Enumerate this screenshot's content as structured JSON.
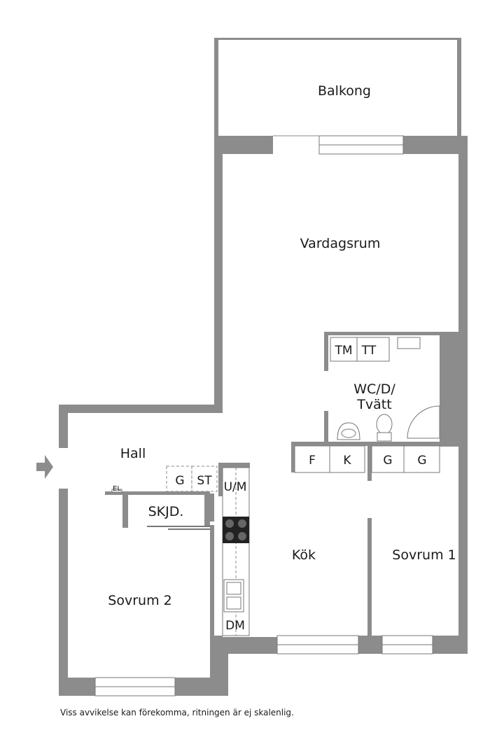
{
  "rooms": {
    "balkong": "Balkong",
    "vardagsrum": "Vardagsrum",
    "wc": [
      "WC/D/",
      "Tvätt"
    ],
    "hall": "Hall",
    "skjd": "SKJD.",
    "kok": "Kök",
    "sovrum1": "Sovrum 1",
    "sovrum2": "Sovrum 2"
  },
  "fixtures": {
    "tm": "TM",
    "tt": "TT",
    "f": "F",
    "k": "K",
    "g1": "G",
    "g2": "G",
    "g_hall": "G",
    "st": "ST",
    "um": "U/M",
    "dm": "DM",
    "el": "EL"
  },
  "disclaimer": "Viss avvikelse kan förekomma, ritningen är ej skalenlig.",
  "colors": {
    "wall": "#8c8c8c",
    "background": "#ffffff",
    "text": "#1a1a1a"
  }
}
